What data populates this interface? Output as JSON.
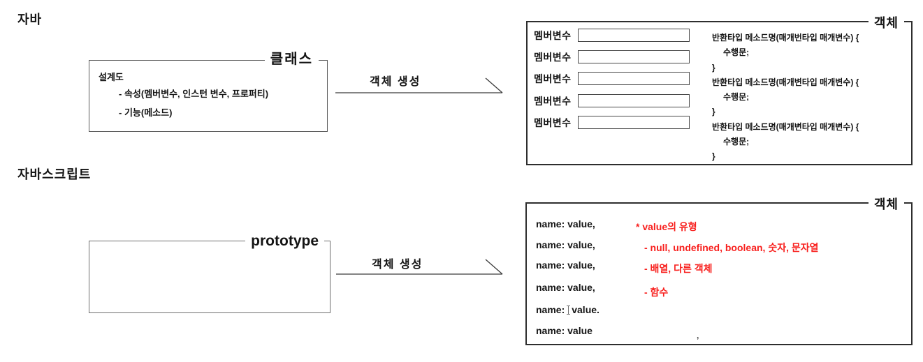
{
  "colors": {
    "note_red": "#f8201e",
    "line": "#3a3a3a"
  },
  "java": {
    "heading": "자바",
    "class_box": {
      "label": "클래스",
      "title": "설계도",
      "item1": "- 속성(멤버변수, 인스턴 변수, 프로퍼티)",
      "item2": "- 기능(메소드)"
    },
    "arrow_label": "객체 생성",
    "object_box": {
      "label": "객체",
      "member_label": "멤버변수",
      "member_value": "",
      "methods": [
        "반환타입 메소드명(매개번타입 매개변수) {",
        "수행문;",
        "}",
        "반환타입 메소드명(매개변타입 매개변수) {",
        "수행문;",
        "}",
        "반환타입 메소드명(매개변타입 매개변수) {",
        "수행문;",
        "}"
      ]
    }
  },
  "javascript": {
    "heading": "자바스크립트",
    "prototype_box": {
      "label": "prototype"
    },
    "arrow_label": "객체 생성",
    "object_box": {
      "label": "객체",
      "pairs": [
        "name: value,",
        "name: value,",
        "name: value,",
        "name: value,",
        "name: value"
      ],
      "cursor_row": {
        "pre": "name:",
        "post": "value."
      },
      "stray_mark": ",",
      "notes_title": "* value의 유형",
      "notes": [
        "- null, undefined, boolean, 숫자, 문자열",
        "- 배열, 다른 객체",
        "- 함수"
      ]
    }
  }
}
